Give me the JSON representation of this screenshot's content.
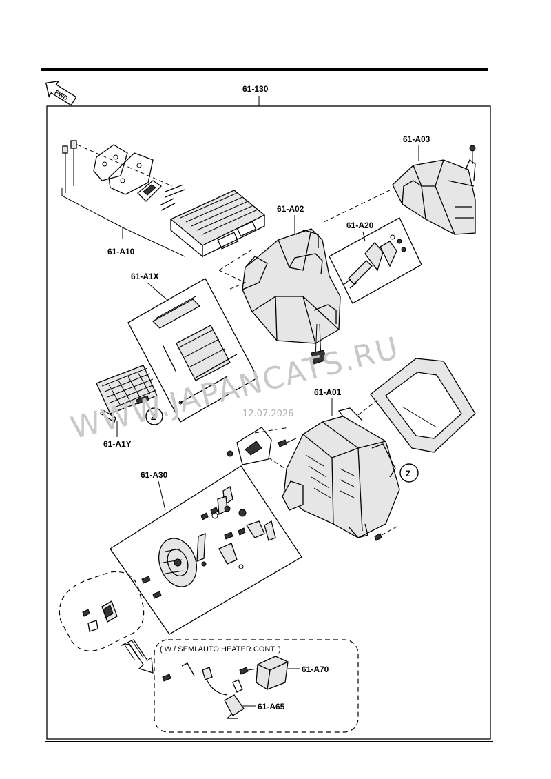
{
  "fwd_label": "FWD",
  "z_marker": "Z",
  "optional_note": "( W / SEMI AUTO HEATER CONT. )",
  "labels": {
    "assembly": "61-130",
    "a03": "61-A03",
    "a02": "61-A02",
    "a20": "61-A20",
    "a10": "61-A10",
    "a1x": "61-A1X",
    "a1y": "61-A1Y",
    "a01": "61-A01",
    "a30": "61-A30",
    "a70": "61-A70",
    "a65": "61-A65"
  },
  "watermark": {
    "text": "WWW.JAPANCATS.RU",
    "date": "12.07.2026"
  }
}
